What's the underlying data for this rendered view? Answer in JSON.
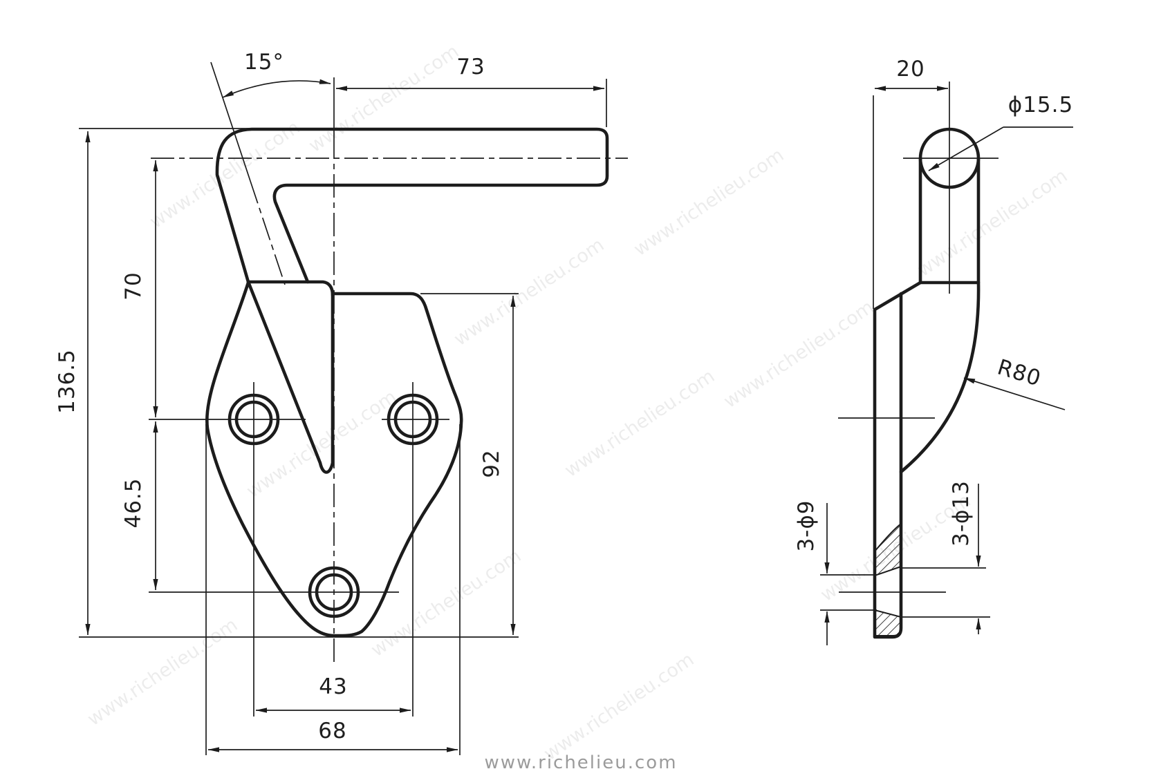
{
  "watermark_text": "www.richelieu.com",
  "footer": {
    "url_text": "www.richelieu.com"
  },
  "colors": {
    "line": "#1c1c1c",
    "footer_text": "#9b9b9b",
    "background": "#ffffff"
  },
  "front_view": {
    "dimensions": {
      "bend_angle": "15°",
      "arm_length": "73",
      "overall_height": "136.5",
      "arm_to_upper_holes": "70",
      "upper_to_lower_holes": "46.5",
      "plate_height": "92",
      "hole_spacing": "43",
      "plate_width": "68"
    }
  },
  "side_view": {
    "dimensions": {
      "depth": "20",
      "rod_diameter": "ϕ15.5",
      "profile_radius": "R80",
      "rear_hole_callout": "3-ϕ9",
      "front_hole_callout": "3-ϕ13"
    }
  }
}
